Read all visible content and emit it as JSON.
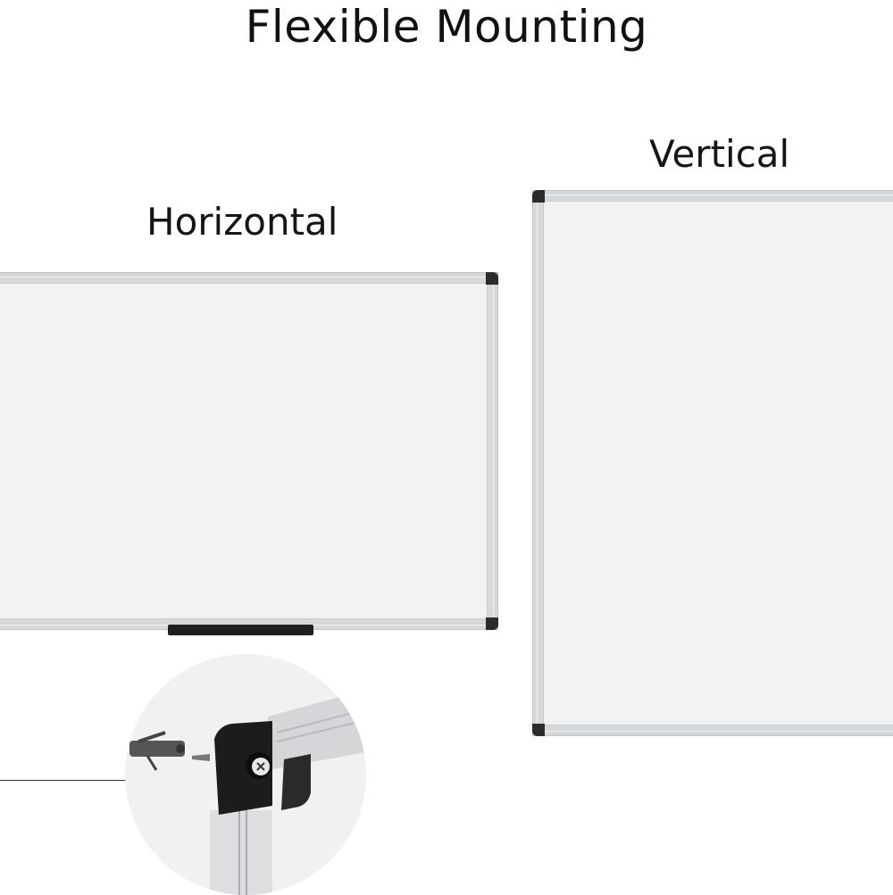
{
  "title": "Flexible Mounting",
  "horizontal": {
    "label": "Horizontal"
  },
  "vertical": {
    "label": "Vertical"
  },
  "colors": {
    "frame": "#d6d8da",
    "surface": "#f2f2f2",
    "corner": "#2b2b2b",
    "text": "#111111"
  }
}
